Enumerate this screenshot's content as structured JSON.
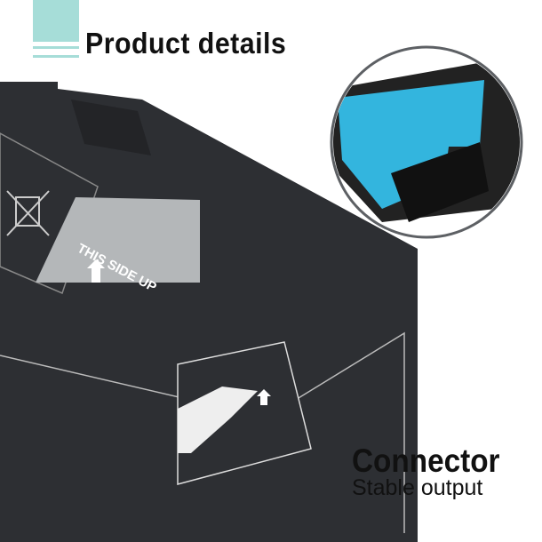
{
  "header": {
    "title": "Product details"
  },
  "sticker": {
    "text": "THIS SIDE UP"
  },
  "feature": {
    "title": "Connector",
    "subtitle": "Stable output"
  },
  "colors": {
    "accent": "#a6ddd8",
    "battery": "#2e3033",
    "connector": "#33b5de"
  }
}
